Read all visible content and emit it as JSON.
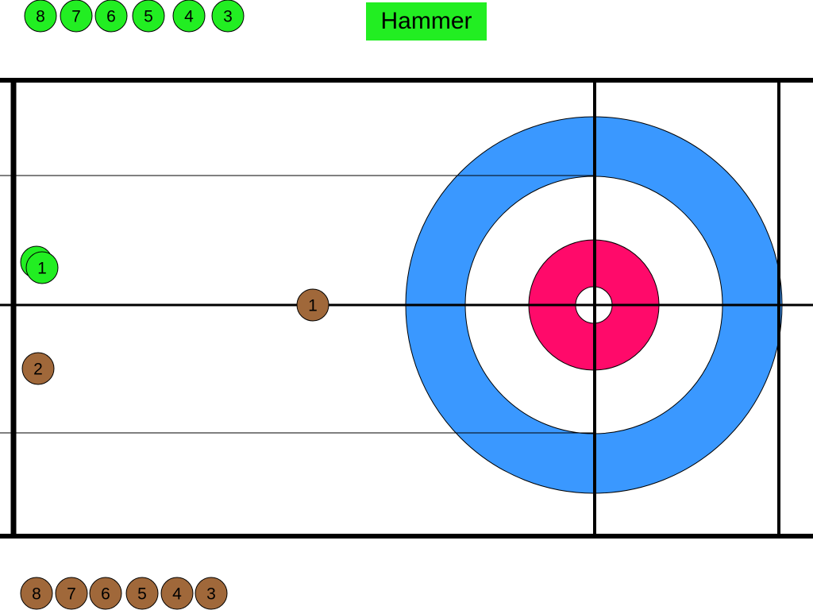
{
  "hammer": {
    "label": "Hammer",
    "color": "#22ee22"
  },
  "colors": {
    "team_green": "#22ee22",
    "team_brown": "#a0683a",
    "house_outer": "#3a98ff",
    "house_middle": "#ffffff",
    "house_inner": "#ff0a6a",
    "button": "#ffffff",
    "line": "#000000"
  },
  "reserve_green": [
    "8",
    "7",
    "6",
    "5",
    "4",
    "3"
  ],
  "reserve_brown": [
    "8",
    "7",
    "6",
    "5",
    "4",
    "3"
  ],
  "stones_on_ice": [
    {
      "team": "green",
      "label": "",
      "id": "green-under"
    },
    {
      "team": "green",
      "label": "1",
      "id": "green-1"
    },
    {
      "team": "brown",
      "label": "1",
      "id": "brown-1"
    },
    {
      "team": "brown",
      "label": "2",
      "id": "brown-2"
    }
  ]
}
